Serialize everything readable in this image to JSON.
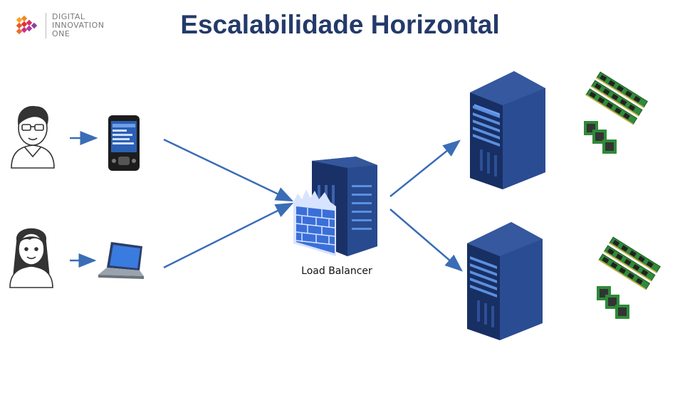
{
  "brand": {
    "lines": [
      "DIGITAL",
      "INNOVATION",
      "ONE"
    ]
  },
  "slide": {
    "title": "Escalabilidade Horizontal"
  },
  "diagram": {
    "load_balancer_label": "Load Balancer",
    "nodes": [
      {
        "id": "user-man",
        "icon": "person-with-glasses-icon"
      },
      {
        "id": "user-woman",
        "icon": "person-long-hair-icon"
      },
      {
        "id": "pda-device",
        "icon": "pda-phone-icon"
      },
      {
        "id": "laptop-device",
        "icon": "laptop-icon"
      },
      {
        "id": "load-balancer",
        "icon": "firewall-server-icon"
      },
      {
        "id": "server-top",
        "icon": "server-rack-icon"
      },
      {
        "id": "server-bottom",
        "icon": "server-rack-icon"
      },
      {
        "id": "hardware-top",
        "icon": "ram-cpu-icon"
      },
      {
        "id": "hardware-bottom",
        "icon": "ram-cpu-icon"
      }
    ],
    "arrow_color": "#3a6db5",
    "server_color": "#1f3a78",
    "accent_color": "#5b8fe0"
  }
}
